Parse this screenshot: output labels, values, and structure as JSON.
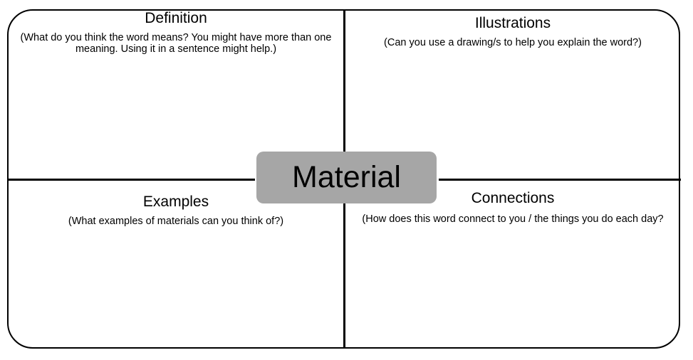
{
  "center_word": "Material",
  "quadrants": {
    "definition": {
      "title": "Definition",
      "prompt_line1": "(What do you think the word means? You might have more than one",
      "prompt_line2": "meaning. Using it in a sentence might help.)"
    },
    "illustrations": {
      "title": "Illustrations",
      "prompt": "(Can you use a drawing/s to help you explain the word?)"
    },
    "examples": {
      "title": "Examples",
      "prompt": "(What examples of materials can you think of?)"
    },
    "connections": {
      "title": "Connections",
      "prompt": "(How does this word connect to you / the things you do each day?"
    }
  },
  "colors": {
    "center_box": "#a6a6a6",
    "lines": "#000000"
  }
}
